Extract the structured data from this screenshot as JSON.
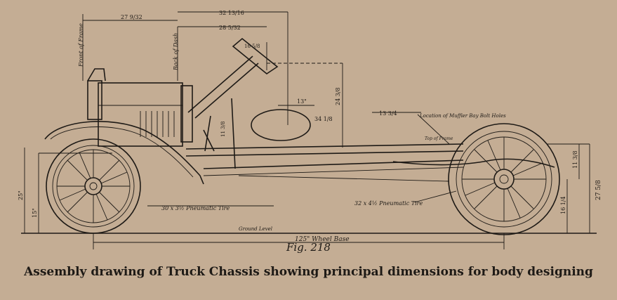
{
  "figure": {
    "number": "Fig. 218",
    "caption": "Assembly drawing of Truck Chassis showing principal dimensions for body designing"
  },
  "labels": {
    "front_of_frame": "Front of Frame",
    "back_of_dash": "Back of Dash",
    "location_muffler": "Location of Muffler Bay Bolt Holes",
    "top_of_frame": "Top of Frame",
    "front_tire": "30 x 3½ Pneumatic Tire",
    "rear_tire": "32 x 4½ Pneumatic Tire",
    "ground_level": "Ground Level",
    "wheel_base": "125\" Wheel Base"
  },
  "dimensions": {
    "d_27": "27 9/32",
    "d_32": "32 13/16",
    "d_28": "28 5/32",
    "d_16": "16 5/8",
    "d_13": "13\"",
    "d_34": "34 1/8",
    "d_24": "24 3/8",
    "d_13b": "13 3/4",
    "d_front_25": "25\"",
    "d_front_15": "15\"",
    "d_11": "11 3/8",
    "d_rear_11": "11 3/8",
    "d_rear_16": "16 1/4",
    "d_rear_27": "27 5/8"
  }
}
